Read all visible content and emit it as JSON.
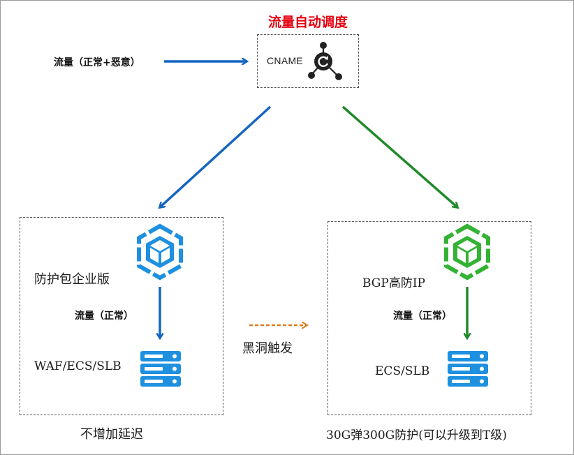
{
  "title": "流量自动调度",
  "input_label": "流量（正常+恶意）",
  "cname_label": "CNAME",
  "left_box": {
    "product": "防护包企业版",
    "flow_label": "流量（正常）",
    "backend": "WAF/ECS/SLB",
    "caption": "不增加延迟"
  },
  "right_box": {
    "product": "BGP高防IP",
    "flow_label": "流量（正常）",
    "backend": "ECS/SLB",
    "caption": "30G弹300G防护(可以升级到T级)"
  },
  "switch_label": "黑洞触发",
  "icons": {
    "cname": "cname-dispatch-icon",
    "left_product": "cube-shield-icon",
    "right_product": "cube-shield-icon",
    "left_server": "server-stack-icon",
    "right_server": "server-stack-icon"
  },
  "colors": {
    "title": "#e60012",
    "blue": "#1565c0",
    "green": "#1f8a2a",
    "orange": "#e07b1a",
    "icon_blue": "#1e90e0",
    "icon_green": "#33b233"
  }
}
